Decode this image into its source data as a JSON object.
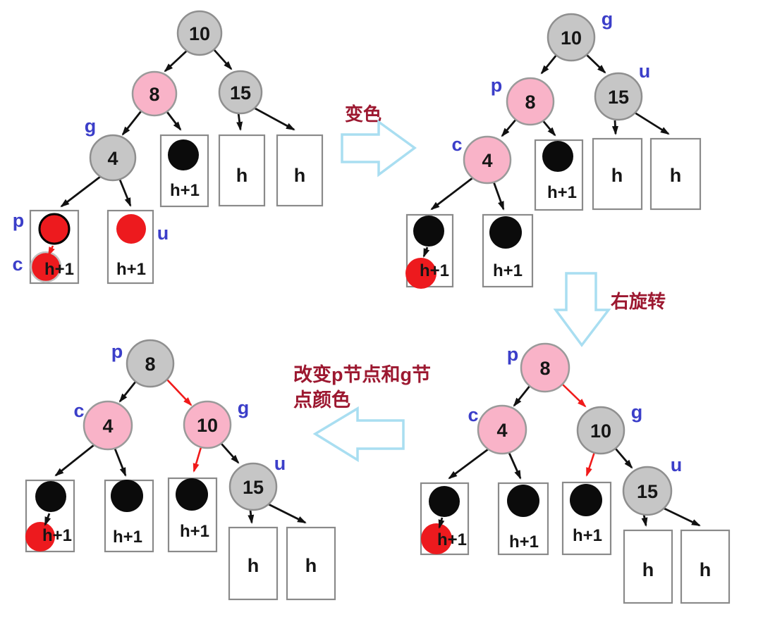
{
  "steps": {
    "recolor": "变色",
    "rotate": "右旋转",
    "change_l1": "改变p节点和g节",
    "change_l2": "点颜色"
  },
  "nodes": {
    "n10": "10",
    "n8": "8",
    "n15": "15",
    "n4": "4"
  },
  "leaves": {
    "h": "h",
    "h1": "h+1"
  },
  "pointers": {
    "p": "p",
    "g": "g",
    "c": "c",
    "u": "u"
  },
  "colors": {
    "black_node_fill": "#c6c6c6",
    "red_node_fill": "#f9b3c8",
    "nil_black_dot": "#0b0b0b",
    "nil_red_dot": "#ed1a1e",
    "edge_black": "#111111",
    "edge_red": "#f01a1a",
    "pointer_label_blue": "#3b3ec9",
    "step_label_darkred": "#9c1830",
    "big_arrow_outline": "#a9def1"
  }
}
